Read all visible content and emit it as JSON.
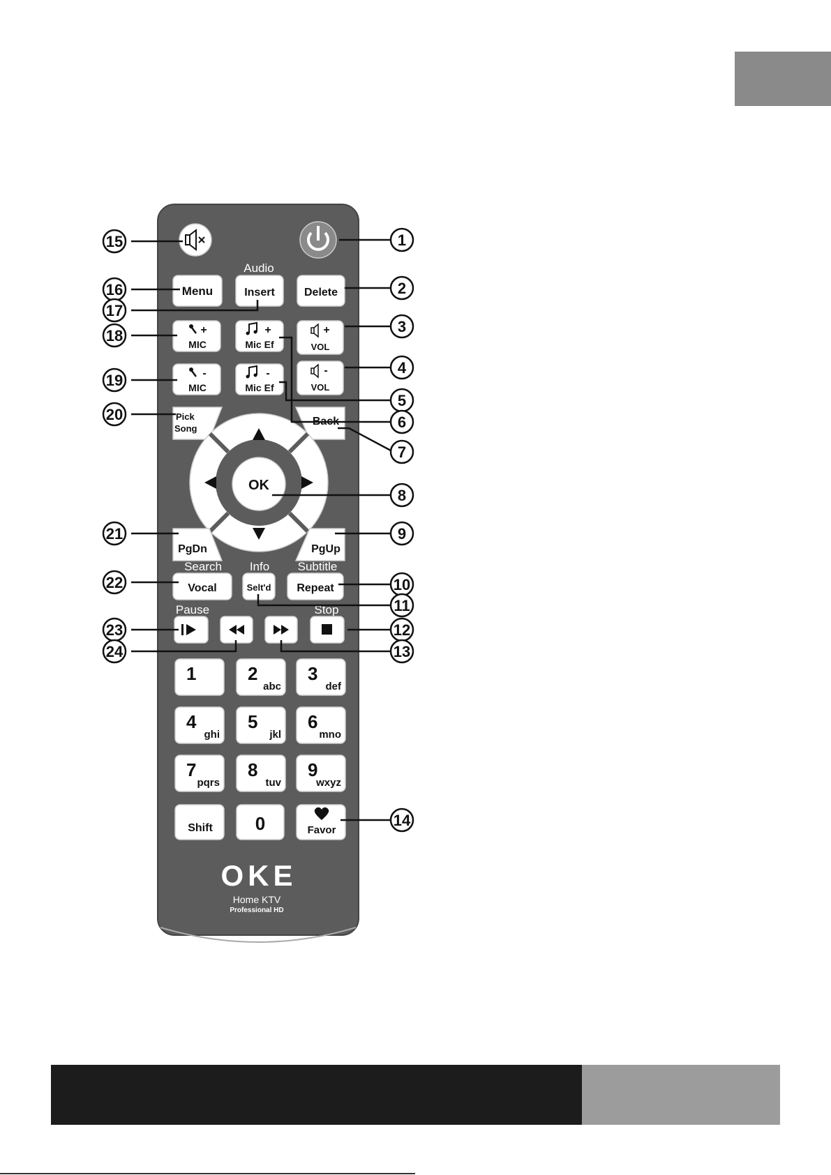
{
  "remote": {
    "keys": {
      "mute": {
        "icon": "mute-icon"
      },
      "power": {
        "icon": "power-icon"
      },
      "menu": {
        "label": "Menu"
      },
      "insert": {
        "label": "Insert",
        "above": "Audio"
      },
      "delete": {
        "label": "Delete"
      },
      "mic_up": {
        "top": "+",
        "label": "MIC",
        "icon": "microphone-icon"
      },
      "mic_ef_up": {
        "top": "+",
        "label": "Mic Ef",
        "icon": "music-note-icon"
      },
      "vol_up": {
        "top": "+",
        "label": "VOL",
        "icon": "speaker-icon"
      },
      "mic_down": {
        "top": "-",
        "label": "MIC",
        "icon": "microphone-icon"
      },
      "mic_ef_down": {
        "top": "-",
        "label": "Mic Ef",
        "icon": "music-note-icon"
      },
      "vol_down": {
        "top": "-",
        "label": "VOL",
        "icon": "speaker-icon"
      },
      "pick_song": {
        "line1": "Pick",
        "line2": "Song"
      },
      "back": {
        "label": "Back"
      },
      "ok": {
        "label": "OK"
      },
      "pgdn": {
        "label": "PgDn"
      },
      "pgup": {
        "label": "PgUp"
      },
      "vocal": {
        "label": "Vocal",
        "above": "Search"
      },
      "selected": {
        "label": "Selt'd",
        "above": "Info"
      },
      "repeat": {
        "label": "Repeat",
        "above": "Subtitle"
      },
      "play_pause": {
        "above": "Pause",
        "icon": "play-pause-icon"
      },
      "rewind": {
        "icon": "rewind-icon"
      },
      "forward": {
        "icon": "fast-forward-icon"
      },
      "stop": {
        "above": "Stop",
        "icon": "stop-icon"
      },
      "numpad": [
        {
          "digit": "1",
          "letters": ""
        },
        {
          "digit": "2",
          "letters": "abc"
        },
        {
          "digit": "3",
          "letters": "def"
        },
        {
          "digit": "4",
          "letters": "ghi"
        },
        {
          "digit": "5",
          "letters": "jkl"
        },
        {
          "digit": "6",
          "letters": "mno"
        },
        {
          "digit": "7",
          "letters": "pqrs"
        },
        {
          "digit": "8",
          "letters": "tuv"
        },
        {
          "digit": "9",
          "letters": "wxyz"
        }
      ],
      "shift": {
        "label": "Shift"
      },
      "zero": {
        "label": "0"
      },
      "favor": {
        "label": "Favor",
        "icon": "heart-icon"
      }
    },
    "brand": {
      "logo": "OKE",
      "line1": "Home KTV",
      "line2": "Professional HD"
    }
  },
  "callouts": [
    "1",
    "2",
    "3",
    "4",
    "5",
    "6",
    "7",
    "8",
    "9",
    "10",
    "11",
    "12",
    "13",
    "14",
    "15",
    "16",
    "17",
    "18",
    "19",
    "20",
    "21",
    "22",
    "23",
    "24"
  ],
  "colors": {
    "remote_body": "#5c5c5c",
    "key_face": "#ffffff",
    "tab_gray": "#8a8a8a",
    "footer_dark": "#1c1c1c",
    "footer_gray": "#9c9c9c"
  }
}
